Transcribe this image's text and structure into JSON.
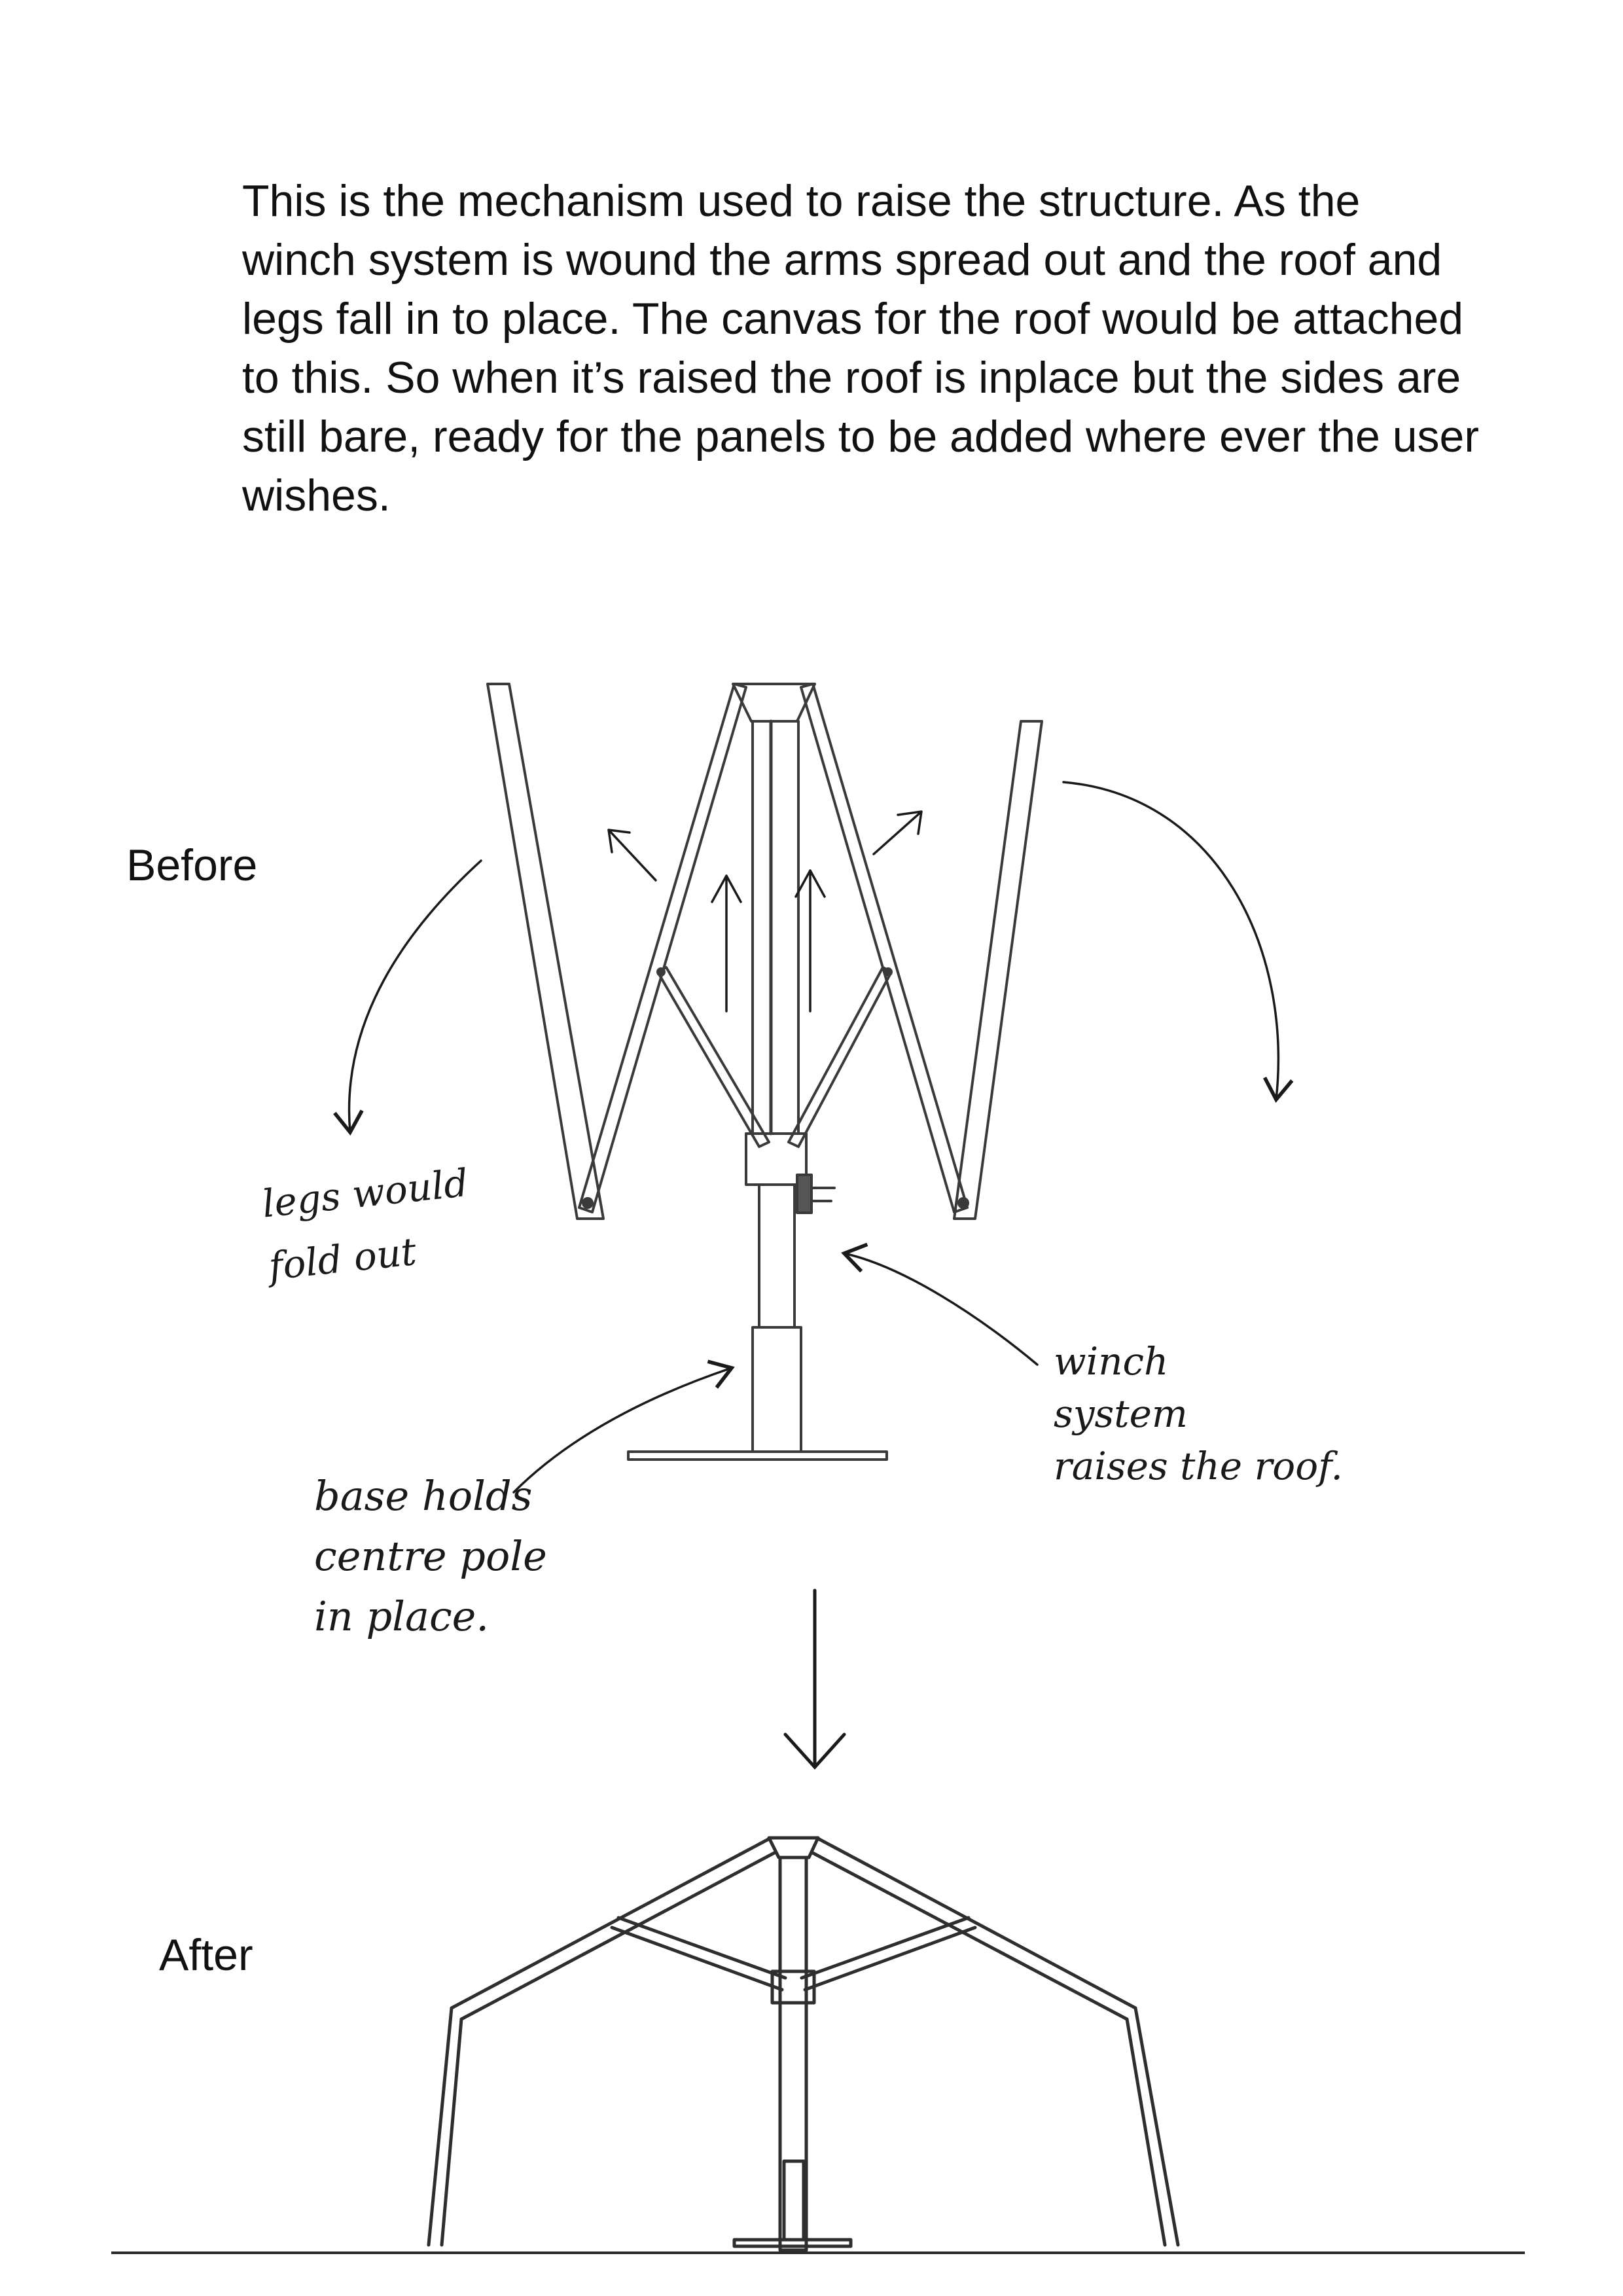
{
  "intro": {
    "text": "This is the mechanism used to raise the structure. As the winch system is wound the arms spread out and the roof and legs fall in to place. The canvas for the roof would be attached to this. So when it’s raised the roof is inplace but the sides are still bare, ready for the panels to be added where ever the user wishes."
  },
  "stages": {
    "before": "Before",
    "after": "After"
  },
  "annotations": {
    "legs": [
      "legs would",
      "fold out"
    ],
    "winch": [
      "winch",
      "system",
      "raises the roof."
    ],
    "base": [
      "base holds",
      "centre pole",
      "in place."
    ]
  },
  "colors": {
    "ink": "#1a1a1a",
    "pencil": "#3a3a3a",
    "ground": "#2a2a2a"
  }
}
